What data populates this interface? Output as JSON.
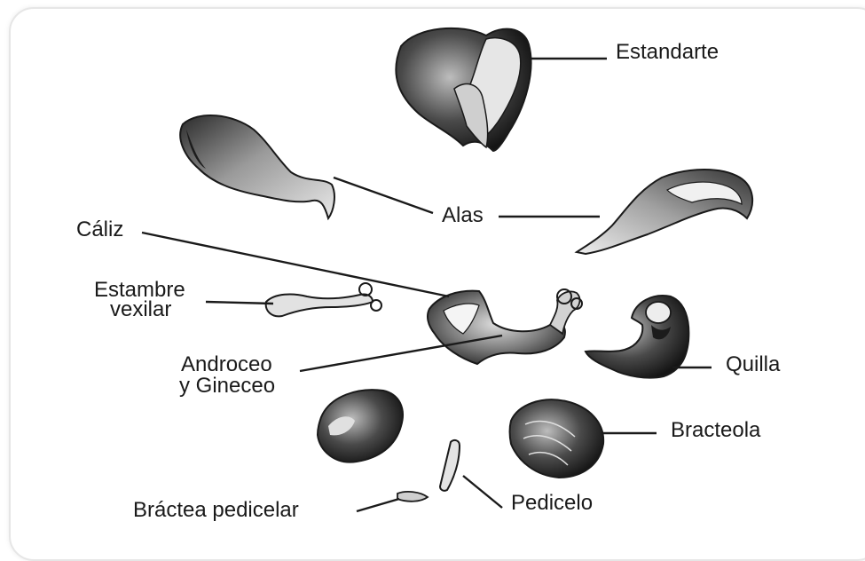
{
  "labels": {
    "estandarte": "Estandarte",
    "alas": "Alas",
    "caliz": "Cáliz",
    "estambre_line1": "Estambre",
    "estambre_line2": "vexilar",
    "androceo_line1": "Androceo",
    "androceo_line2": "y Gineceo",
    "quilla": "Quilla",
    "bracteola": "Bracteola",
    "bractea": "Bráctea pedicelar",
    "pedicelo": "Pedicelo"
  },
  "colors": {
    "ink": "#1a1a1a",
    "petal_fill": "#8c8c8c",
    "petal_shade": "#3d3d3d",
    "petal_light": "#d9d9d9",
    "frame_border": "#e6e6e6"
  }
}
